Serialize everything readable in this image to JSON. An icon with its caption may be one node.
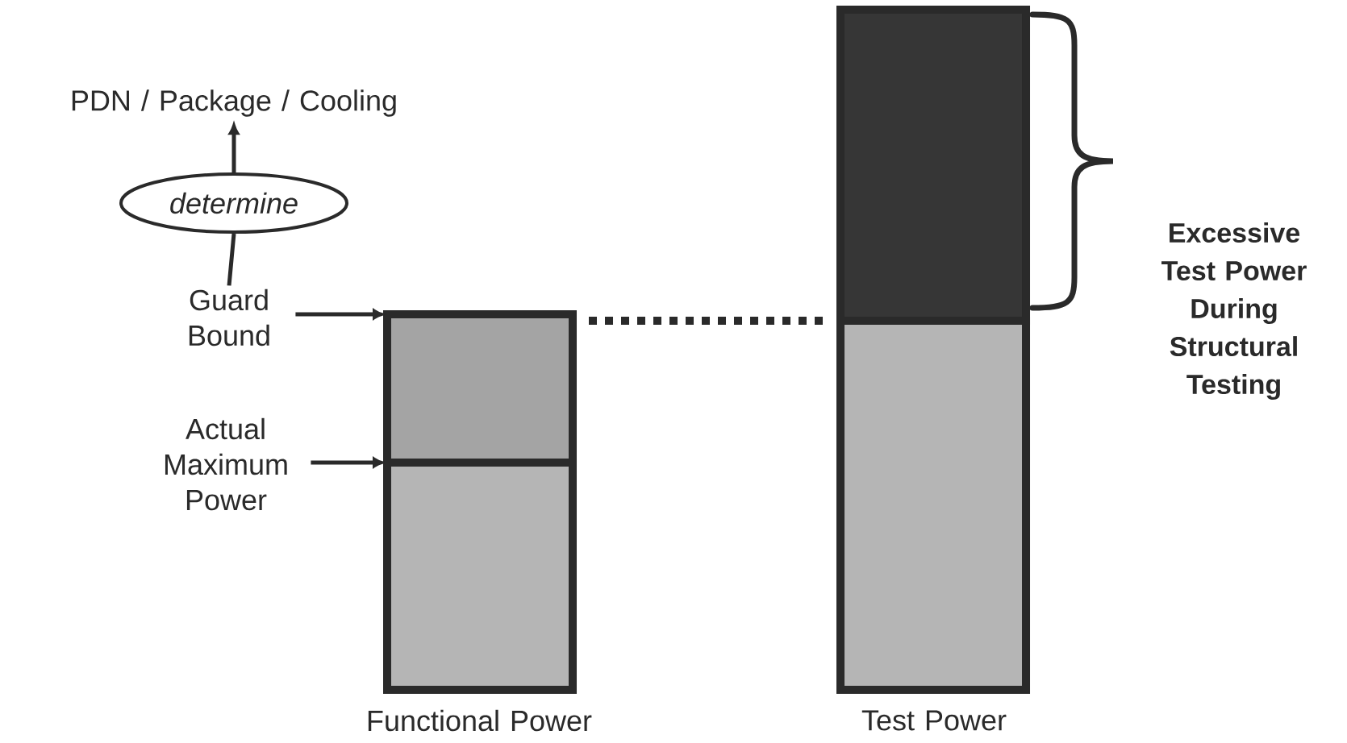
{
  "diagram": {
    "nodes": [
      {
        "text": [
          "PDN / Package / Cooling"
        ]
      },
      {
        "text": [
          "determine"
        ]
      },
      {
        "text": [
          "Guard Bound"
        ]
      },
      {
        "text": [
          "Actual Maximum Power"
        ]
      },
      {
        "text": [],
        "shape": "box"
      },
      {
        "text": [],
        "shape": "box",
        "beside": [
          "Functional Power"
        ]
      },
      {
        "text": [],
        "shape": "box"
      },
      {
        "text": [],
        "shape": "box",
        "beside": [
          "Test Power"
        ]
      }
    ],
    "edges": [
      {
        "from": 2,
        "to": 1,
        "arrow": "none"
      },
      {
        "from": 1,
        "to": 0,
        "arrow": "to"
      },
      {
        "from": 2,
        "to": 4,
        "arrow": "to"
      },
      {
        "from": 3,
        "to": 5,
        "arrow": "to"
      },
      {
        "from": 4,
        "to": 7,
        "arrow": "none",
        "style": "dashed"
      }
    ],
    "labels": [
      "Excessive Test Power During Structural Testing"
    ]
  }
}
